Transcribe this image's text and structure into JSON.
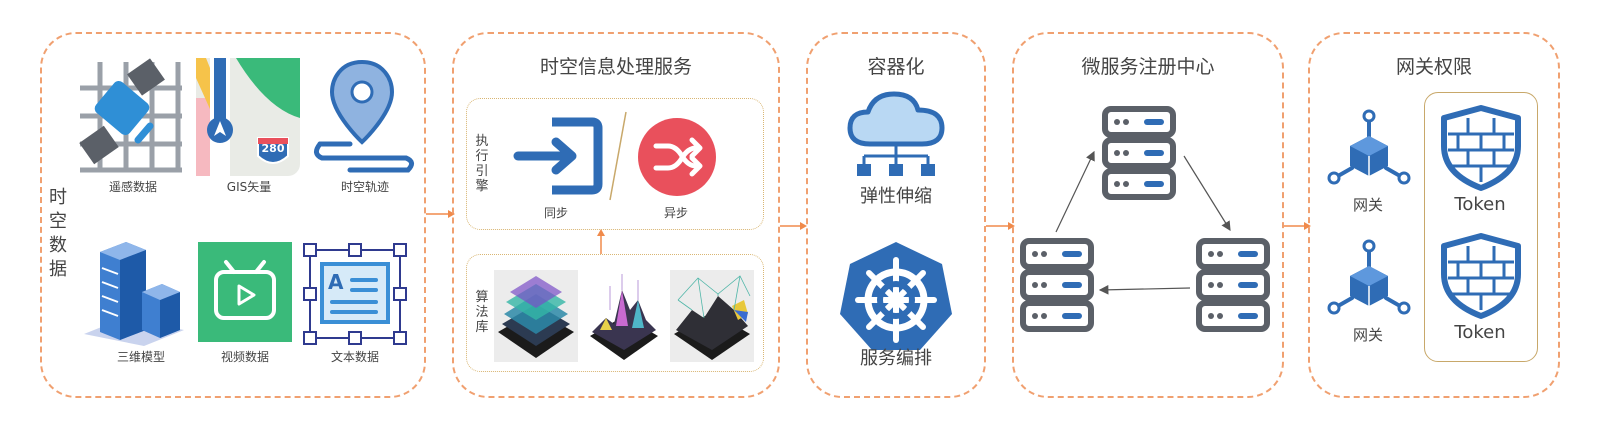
{
  "spatiotemporal_data": {
    "side_label": [
      "时",
      "空",
      "数",
      "据"
    ],
    "items": {
      "remote_sensing": "遥感数据",
      "gis_vector": "GIS矢量",
      "trajectory": "时空轨迹",
      "model_3d": "三维模型",
      "video": "视频数据",
      "text": "文本数据"
    },
    "shield_number": "280",
    "text_icon_letter": "A"
  },
  "processing": {
    "title": "时空信息处理服务",
    "engine_label": [
      "执",
      "行",
      "引",
      "擎"
    ],
    "sync": "同步",
    "async": "异步",
    "algo_label": [
      "算",
      "法",
      "库"
    ]
  },
  "container": {
    "title": "容器化",
    "elastic": "弹性伸缩",
    "orchestration": "服务编排"
  },
  "registry": {
    "title": "微服务注册中心"
  },
  "gateway": {
    "title": "网关权限",
    "gateway_label_1": "网关",
    "gateway_label_2": "网关",
    "token_1": "Token",
    "token_2": "Token"
  },
  "colors": {
    "dashed_border": "#f0a070",
    "arrow": "#f08a4b",
    "blue": "#2f6cb5",
    "green": "#3aba7a",
    "red": "#e9505c",
    "dark_gray": "#5b6068"
  }
}
